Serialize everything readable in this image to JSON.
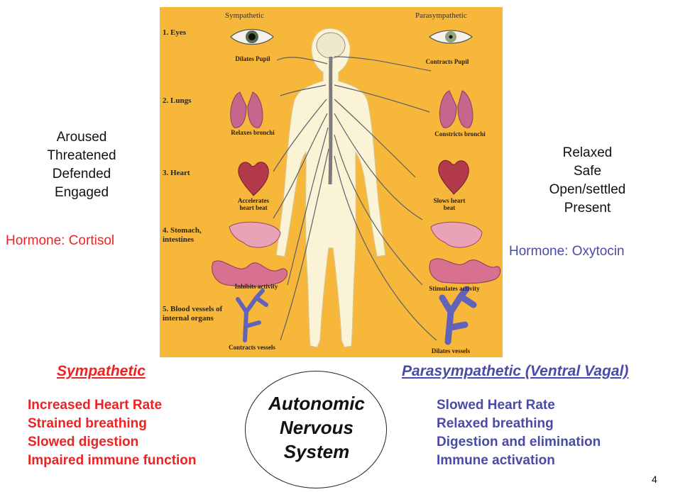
{
  "illustration": {
    "column_headers": {
      "left": "Sympathetic",
      "right": "Parasympathetic"
    },
    "organs": [
      {
        "label": "1. Eyes",
        "sympathetic": "Dilates Pupil",
        "parasympathetic": "Contracts Pupil"
      },
      {
        "label": "2. Lungs",
        "sympathetic": "Relaxes bronchi",
        "parasympathetic": "Constricts bronchi"
      },
      {
        "label": "3. Heart",
        "sympathetic": "Accelerates heart beat",
        "parasympathetic": "Slows heart beat"
      },
      {
        "label": "4. Stomach, intestines",
        "sympathetic": "Inhibits activity",
        "parasympathetic": "Stimulates activity"
      },
      {
        "label": "5. Blood vessels of internal organs",
        "sympathetic": "Contracts vessels",
        "parasympathetic": "Dilates vessels"
      }
    ]
  },
  "left_states": [
    "Aroused",
    "Threatened",
    "Defended",
    "Engaged"
  ],
  "right_states": [
    "Relaxed",
    "Safe",
    "Open/settled",
    "Present"
  ],
  "left_hormone": "Hormone: Cortisol",
  "right_hormone": "Hormone: Oxytocin",
  "sympathetic": {
    "heading": "Sympathetic",
    "effects": [
      "Increased Heart Rate",
      "Strained breathing",
      "Slowed digestion",
      "Impaired immune function"
    ]
  },
  "parasympathetic": {
    "heading": "Parasympathetic (Ventral Vagal)",
    "effects": [
      "Slowed Heart Rate",
      "Relaxed breathing",
      "Digestion and elimination",
      "Immune activation"
    ]
  },
  "center_label": [
    "Autonomic",
    "Nervous",
    "System"
  ],
  "page_number": "4",
  "colors": {
    "sympathetic": "#ee2222",
    "parasympathetic": "#4a4aa8",
    "panel_background": "#f7b73a",
    "body_fill": "#fbf3d6"
  }
}
